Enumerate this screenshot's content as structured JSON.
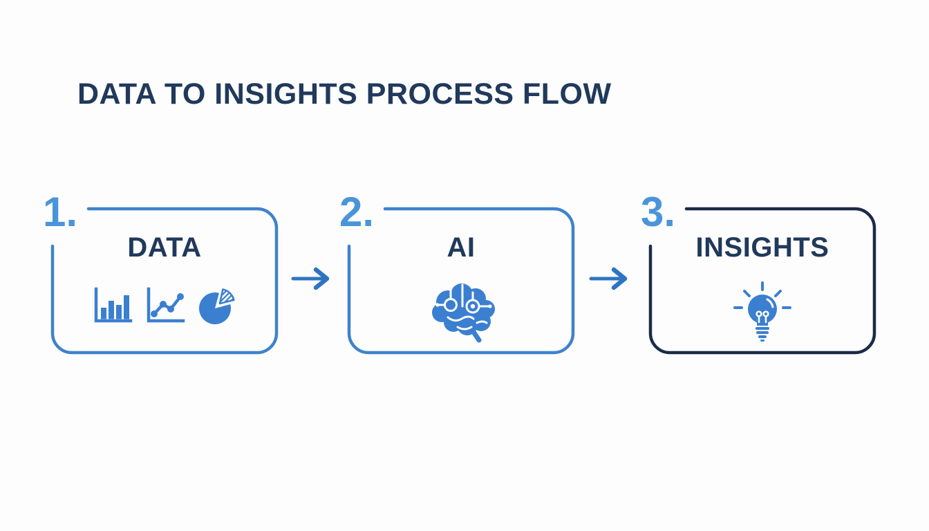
{
  "title": "DATA TO INSIGHTS PROCESS FLOW",
  "colors": {
    "background": "#fdfdfd",
    "title_navy": "#20395c",
    "step_number_blue": "#4a95d9",
    "box_border_blue": "#3f82cc",
    "box_border_navy": "#1b2b49",
    "arrow_blue": "#2e74c2",
    "icon_blue": "#3b7fd0"
  },
  "steps": [
    {
      "number": "1.",
      "label": "DATA",
      "border_color": "#3f82cc",
      "icons": [
        "bar-chart-icon",
        "line-chart-icon",
        "pie-chart-icon"
      ]
    },
    {
      "number": "2.",
      "label": "AI",
      "border_color": "#3f82cc",
      "icons": [
        "brain-circuit-icon"
      ]
    },
    {
      "number": "3.",
      "label": "INSIGHTS",
      "border_color": "#1b2b49",
      "icons": [
        "lightbulb-icon"
      ]
    }
  ],
  "connectors": [
    {
      "name": "arrow-right-1"
    },
    {
      "name": "arrow-right-2"
    }
  ]
}
